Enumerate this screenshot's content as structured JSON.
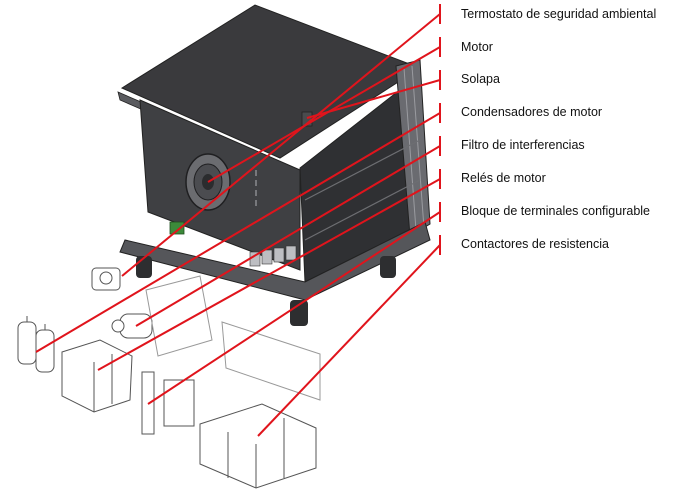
{
  "colors": {
    "callout": "#e0141c",
    "housing_dark": "#3b3b3e",
    "housing_mid": "#55565a",
    "housing_light": "#8a8b8f",
    "line_art": "#555555"
  },
  "callouts": [
    {
      "label": "Termostato de seguridad ambiental"
    },
    {
      "label": "Motor"
    },
    {
      "label": "Solapa"
    },
    {
      "label": "Condensadores de motor"
    },
    {
      "label": "Filtro de interferencias"
    },
    {
      "label": "Relés de motor"
    },
    {
      "label": "Bloque de terminales configurable"
    },
    {
      "label": "Contactores de resistencia"
    }
  ]
}
